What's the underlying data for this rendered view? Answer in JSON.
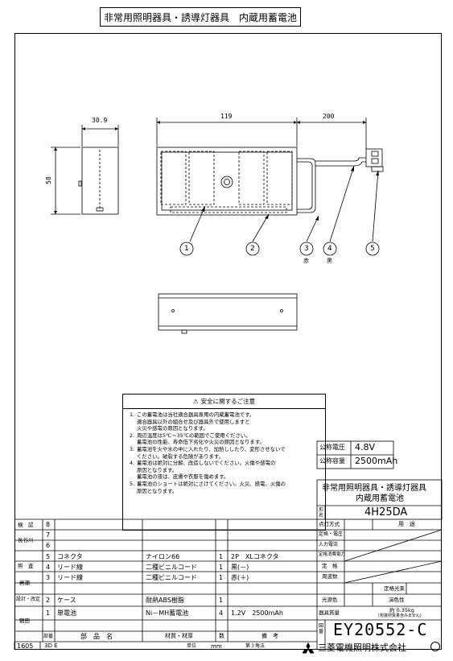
{
  "header": {
    "title": "非常用照明器具・誘導灯器具　内蔵用蓄電池"
  },
  "drawing": {
    "dims": {
      "depth": "30.9",
      "width": "119",
      "cable": "200",
      "height": "58"
    },
    "callouts": [
      {
        "num": "1",
        "label": ""
      },
      {
        "num": "2",
        "label": ""
      },
      {
        "num": "3",
        "label": "赤"
      },
      {
        "num": "4",
        "label": "黒"
      },
      {
        "num": "5",
        "label": ""
      }
    ]
  },
  "safety": {
    "heading": "安全に関するご注意",
    "items": [
      {
        "num": "1.",
        "lines": [
          "この蓄電池は当社適合器具専用の内蔵蓄電池です。",
          "適合器具以外の組合せ及び器具外で使用しますと",
          "火災や感電の原因となります。"
        ]
      },
      {
        "num": "2.",
        "lines": [
          "周辺温度は5℃～35℃の範囲でご使用ください。",
          "蓄電池の性能、寿命低下劣化や火災の原因となります。"
        ]
      },
      {
        "num": "3.",
        "lines": [
          "蓄電池を火や水の中に入れたり、加熱ししたり、変形させないで",
          "ください。破裂する危険があります。"
        ]
      },
      {
        "num": "4.",
        "lines": [
          "蓄電池は絶対に分解、改造しないでください。火傷や感電の",
          "原因となります。",
          "蓄電池の液は、皮膚や衣服を傷めます。"
        ]
      },
      {
        "num": "5.",
        "lines": [
          "蓄電池のショートは絶対にさけてください。火災、感電、火傷の",
          "原因となります。"
        ]
      }
    ]
  },
  "specs": {
    "voltage_label": "公称電圧",
    "voltage_value": "4.8V",
    "capacity_label": "公称容量",
    "capacity_value": "2500mAh"
  },
  "product": {
    "name_line1": "非常用照明器具・誘導灯器具",
    "name_line2": "内蔵用蓄電池",
    "form_label": "形名",
    "model": "4H25DA"
  },
  "spec_table": {
    "light_method": "点灯方式",
    "use": "用　途",
    "rated_voltage": "定格・電圧",
    "input_current": "入力電流",
    "rated_power": "定格消費電力",
    "rating": "定　格",
    "frequency": "周波数",
    "rated_flux": "定格光束",
    "light_color": "光源色",
    "color_rendering": "演色性",
    "weight_label": "器具質量",
    "weight_value": "約 0.35kg",
    "weight_note": "(包装材質量含みません)"
  },
  "drawing_no": "EY20552-C",
  "approvals": [
    {
      "role": "検　認",
      "rows": [
        "8"
      ]
    },
    {
      "role": "長谷川",
      "rows": [
        "7",
        "6"
      ]
    },
    {
      "role": "照　査",
      "rows": [
        "5"
      ]
    },
    {
      "role": "岩瀬",
      "rows": [
        "4",
        "3"
      ]
    },
    {
      "role": "設計・改定",
      "rows": [
        "2"
      ]
    },
    {
      "role": "鶴田",
      "rows": [
        "1",
        "部番"
      ]
    }
  ],
  "parts_header": {
    "name": "部　品　名",
    "material": "材質・材厚",
    "qty": "数",
    "remarks": "備　考"
  },
  "parts": [
    {
      "no": "5",
      "name": "コネクタ",
      "material": "ナイロン66",
      "qty": "1",
      "remarks": "2P　XLコネクタ"
    },
    {
      "no": "4",
      "name": "リード線",
      "material": "二種ビニルコード",
      "qty": "1",
      "remarks": "黒(－)"
    },
    {
      "no": "3",
      "name": "リード線",
      "material": "二種ビニルコード",
      "qty": "1",
      "remarks": "赤(＋)"
    },
    {
      "no": "2",
      "name": "ケース",
      "material": "耐熱ABS樹脂",
      "qty": "1",
      "remarks": ""
    },
    {
      "no": "1",
      "name": "単電池",
      "material": "Ni－MH蓄電池",
      "qty": "4",
      "remarks": "1.2V　2500mAh"
    }
  ],
  "footer": {
    "code": "1605",
    "tag": "3D E",
    "unit_label": "単位",
    "unit": "mm",
    "projection": "第３角法",
    "company": "三菱電機照明株式会社",
    "approval_mark": "図番"
  }
}
